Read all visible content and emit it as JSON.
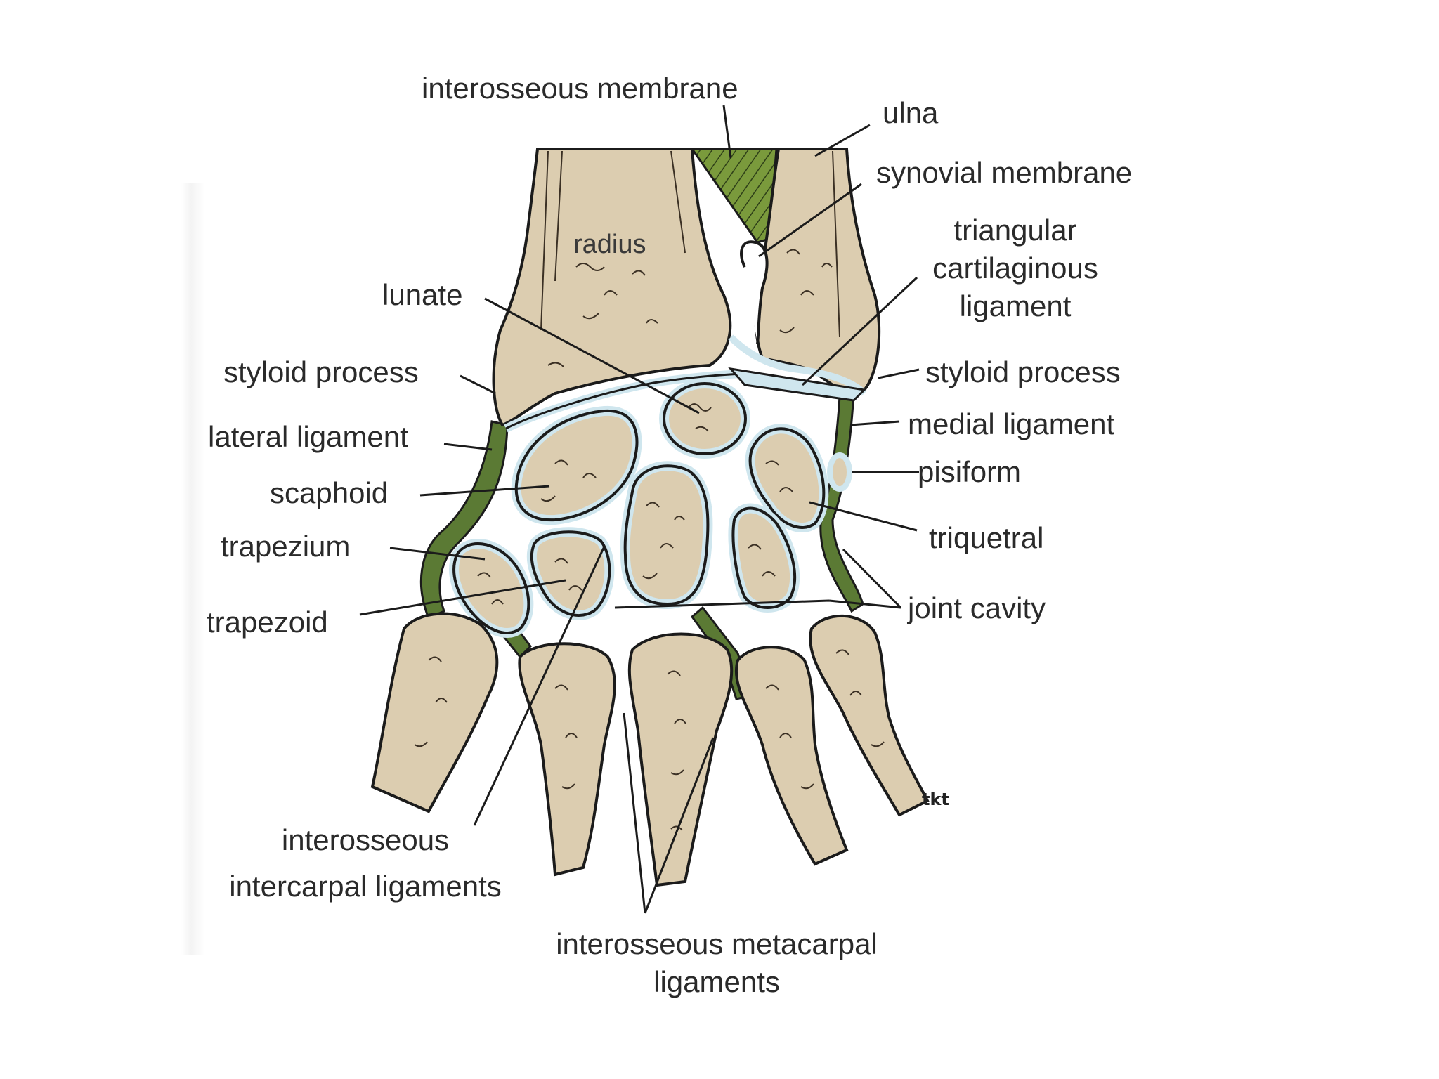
{
  "labels": {
    "interosseous_membrane": "interosseous membrane",
    "ulna": "ulna",
    "synovial_membrane": "synovial membrane",
    "triangular_cartilaginous_ligament": [
      "triangular",
      "cartilaginous",
      "ligament"
    ],
    "radius": "radius",
    "lunate": "lunate",
    "styloid_process_left": "styloid process",
    "styloid_process_right": "styloid process",
    "lateral_ligament": "lateral ligament",
    "medial_ligament": "medial ligament",
    "scaphoid": "scaphoid",
    "pisiform": "pisiform",
    "trapezium": "trapezium",
    "triquetral": "triquetral",
    "trapezoid": "trapezoid",
    "joint_cavity": "joint cavity",
    "interosseous_intercarpal_ligaments": [
      "interosseous",
      "intercarpal ligaments"
    ],
    "interosseous_metacarpal_ligaments": [
      "interosseous metacarpal",
      "ligaments"
    ]
  },
  "signature": "tkt",
  "colors": {
    "bone": "#dccdb0",
    "cartilage": "#cfe6ee",
    "ligament": "#5b7a34",
    "membrane": "#7a9a3c",
    "outline": "#1b1b1b",
    "texture": "#3b3024"
  }
}
